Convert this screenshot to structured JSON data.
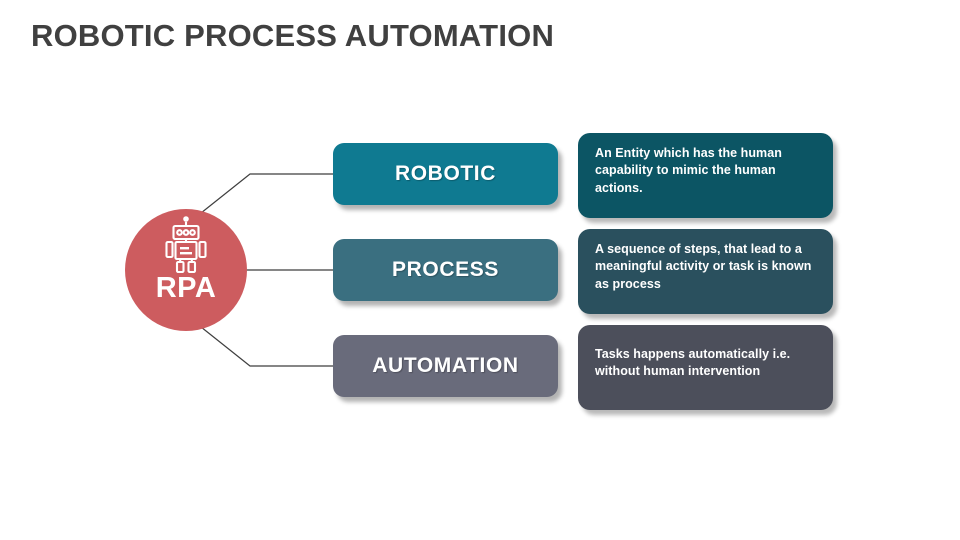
{
  "slide": {
    "title": "ROBOTIC PROCESS AUTOMATION",
    "background_color": "#ffffff"
  },
  "hub": {
    "label": "RPA",
    "icon": "robot-icon",
    "color": "#cd5c5f",
    "text_color": "#ffffff"
  },
  "rows": [
    {
      "label": "ROBOTIC",
      "label_color": "#0f7a91",
      "description": "An Entity which has the human capability to mimic the human actions.",
      "description_color": "#0c5564"
    },
    {
      "label": "PROCESS",
      "label_color": "#3a6f80",
      "description": "A sequence of steps, that lead to a meaningful activity or task is known as process",
      "description_color": "#2a505e"
    },
    {
      "label": "AUTOMATION",
      "label_color": "#696b7b",
      "description": "Tasks happens automatically i.e. without human intervention",
      "description_color": "#4c4f5b"
    }
  ],
  "connectors": {
    "line_color": "#3f3f3f"
  }
}
